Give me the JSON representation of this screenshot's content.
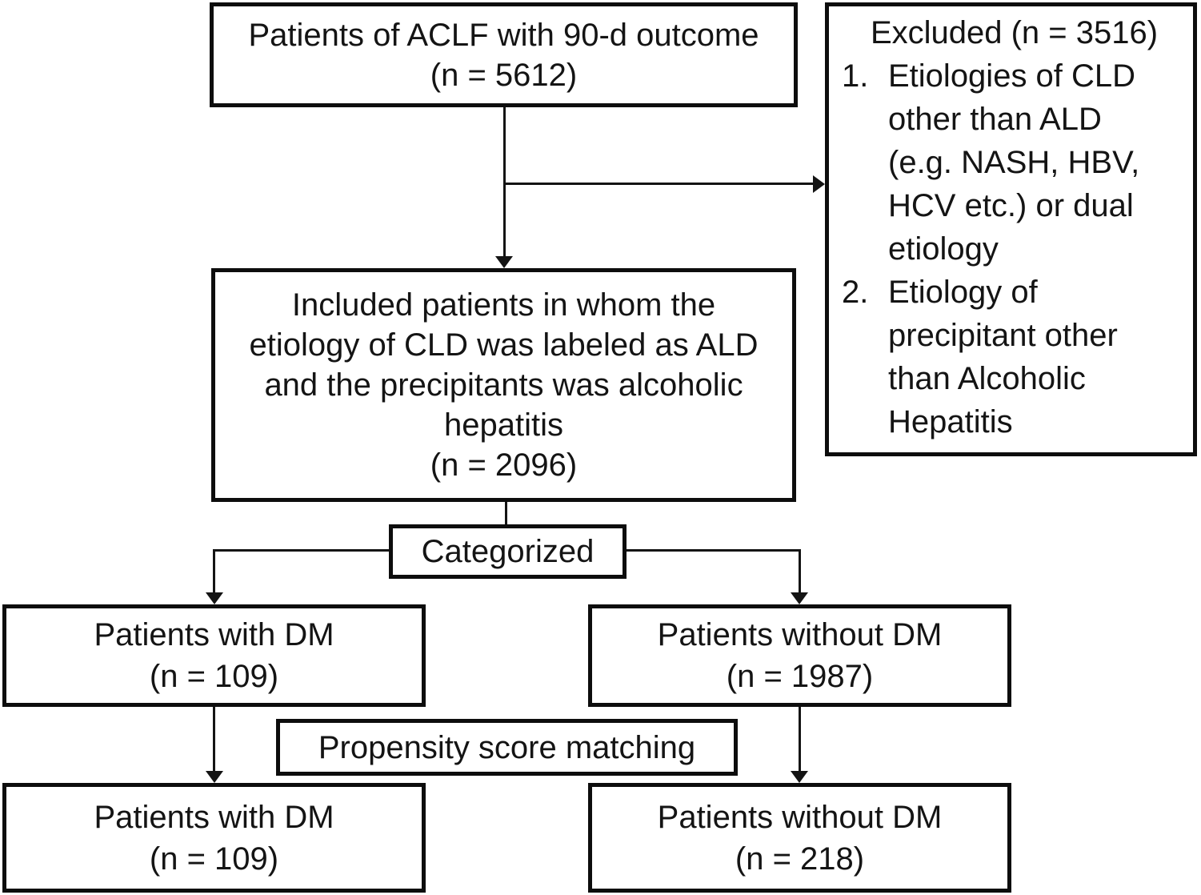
{
  "colors": {
    "border": "#0d0d0d",
    "text": "#141414",
    "background": "#ffffff"
  },
  "boxes": {
    "top": {
      "lines": [
        "Patients of ACLF with 90-d outcome",
        "(n = 5612)"
      ]
    },
    "excluded": {
      "title": "Excluded (n = 3516)",
      "items": [
        {
          "number": "1.",
          "lines": [
            "Etiologies of CLD",
            "other than ALD",
            "(e.g. NASH, HBV,",
            "HCV etc.) or dual",
            "etiology"
          ]
        },
        {
          "number": "2.",
          "lines": [
            "Etiology of",
            "precipitant other",
            "than Alcoholic",
            "Hepatitis"
          ]
        }
      ]
    },
    "included": {
      "lines": [
        "Included patients in whom the",
        "etiology of CLD was labeled as ALD",
        "and the precipitants was alcoholic",
        "hepatitis",
        "(n = 2096)"
      ]
    },
    "categorized": {
      "label": "Categorized"
    },
    "with_dm": {
      "lines": [
        "Patients with DM",
        "(n = 109)"
      ]
    },
    "without_dm": {
      "lines": [
        "Patients without DM",
        "(n = 1987)"
      ]
    },
    "psm": {
      "label": "Propensity score matching"
    },
    "with_dm_matched": {
      "lines": [
        "Patients with DM",
        "(n = 109)"
      ]
    },
    "without_dm_matched": {
      "lines": [
        "Patients without DM",
        "(n = 218)"
      ]
    }
  }
}
